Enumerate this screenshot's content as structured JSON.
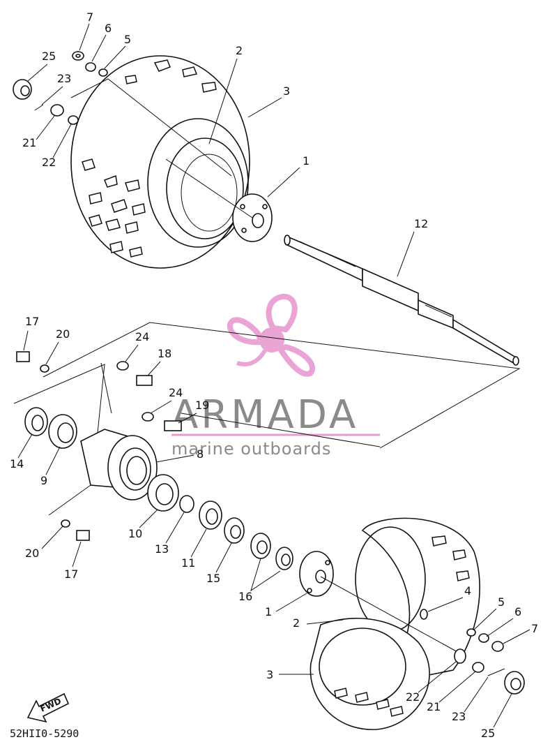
{
  "diagram_code": "52HII0-5290",
  "fwd_label": "FWD",
  "watermark": {
    "title": "ARMADA",
    "subtitle": "marine outboards",
    "logo_color": "#e79ad0"
  },
  "callouts": [
    {
      "id": "7",
      "text": "7"
    },
    {
      "id": "6",
      "text": "6"
    },
    {
      "id": "5",
      "text": "5"
    },
    {
      "id": "25",
      "text": "25"
    },
    {
      "id": "2",
      "text": "2"
    },
    {
      "id": "23",
      "text": "23"
    },
    {
      "id": "3",
      "text": "3"
    },
    {
      "id": "21",
      "text": "21"
    },
    {
      "id": "22",
      "text": "22"
    },
    {
      "id": "1",
      "text": "1"
    },
    {
      "id": "12",
      "text": "12"
    },
    {
      "id": "17",
      "text": "17"
    },
    {
      "id": "20",
      "text": "20"
    },
    {
      "id": "24",
      "text": "24"
    },
    {
      "id": "18",
      "text": "18"
    },
    {
      "id": "24b",
      "text": "24"
    },
    {
      "id": "19",
      "text": "19"
    },
    {
      "id": "8",
      "text": "8"
    },
    {
      "id": "14",
      "text": "14"
    },
    {
      "id": "9",
      "text": "9"
    },
    {
      "id": "10",
      "text": "10"
    },
    {
      "id": "13",
      "text": "13"
    },
    {
      "id": "11",
      "text": "11"
    },
    {
      "id": "15",
      "text": "15"
    },
    {
      "id": "16",
      "text": "16"
    },
    {
      "id": "20b",
      "text": "20"
    },
    {
      "id": "17b",
      "text": "17"
    },
    {
      "id": "4",
      "text": "4"
    },
    {
      "id": "1b",
      "text": "1"
    },
    {
      "id": "5b",
      "text": "5"
    },
    {
      "id": "6b",
      "text": "6"
    },
    {
      "id": "7b",
      "text": "7"
    },
    {
      "id": "2b",
      "text": "2"
    },
    {
      "id": "3b",
      "text": "3"
    },
    {
      "id": "22b",
      "text": "22"
    },
    {
      "id": "21b",
      "text": "21"
    },
    {
      "id": "23b",
      "text": "23"
    },
    {
      "id": "25b",
      "text": "25"
    }
  ]
}
